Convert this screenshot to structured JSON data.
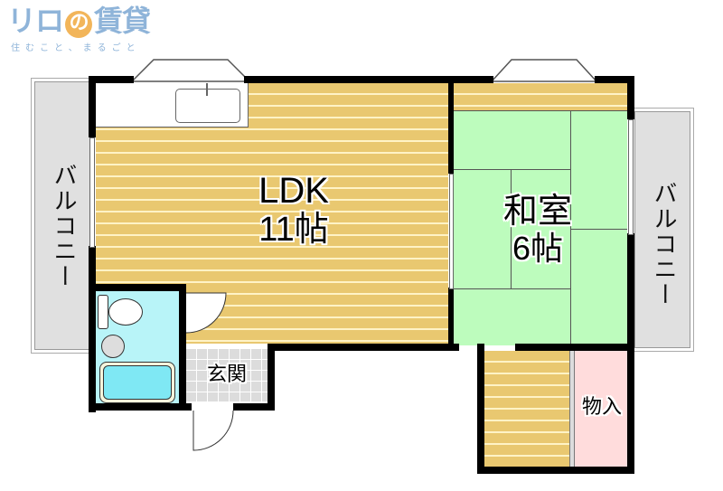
{
  "logo": {
    "brand": "リロの賃貸",
    "brand_prefix": "リロ",
    "brand_circle": "の",
    "brand_suffix": "賃貸",
    "tagline": "住むこと、まるごと",
    "color": "#8fb4d9",
    "circle_color": "#f2b55a"
  },
  "rooms": {
    "ldk": {
      "name": "LDK",
      "size": "11帖",
      "color": "#e9c870"
    },
    "washitsu": {
      "name": "和室",
      "size": "6帖",
      "color": "#bdfcbd"
    },
    "genkan": {
      "name": "玄関",
      "color": "#dcdcdc"
    },
    "monoire": {
      "name": "物入",
      "color": "#ffdcdc"
    },
    "bath": {
      "color": "#b8f4f8"
    }
  },
  "balconies": {
    "left": {
      "label": "バルコニー"
    },
    "right": {
      "label": "バルコニー"
    }
  },
  "colors": {
    "wall": "#000000",
    "balcony": "#e0e0e0",
    "bathtub": "#7fe8f4"
  }
}
